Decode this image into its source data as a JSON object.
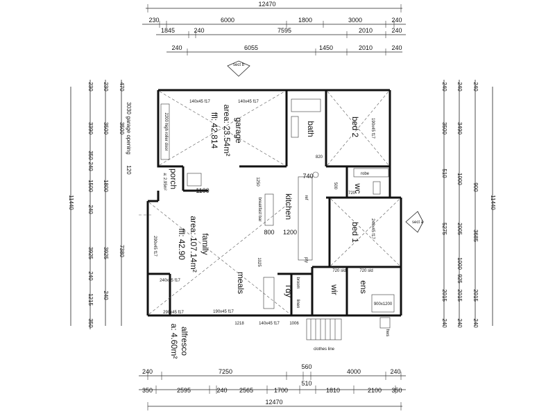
{
  "dimensions": {
    "top_total": "12470",
    "top_row1": [
      "230",
      "6000",
      "1800",
      "3000",
      "240"
    ],
    "top_row2": [
      "1845",
      "240",
      "7595",
      "2010",
      "240"
    ],
    "top_row3": [
      "240",
      "6055",
      "1450",
      "2010",
      "240"
    ],
    "bottom_row1": [
      "240",
      "7250",
      "560",
      "4000",
      "240"
    ],
    "bottom_row1b": "510",
    "bottom_row2": [
      "350",
      "2595",
      "240",
      "2565",
      "1700",
      "1810",
      "2100",
      "350"
    ],
    "bottom_total": "12470",
    "left_total": "11440",
    "left_col1": [
      "230",
      "3390",
      "350",
      "240",
      "3925",
      "240",
      "1215",
      "350"
    ],
    "left_col2": [
      "230",
      "3500",
      "1800",
      "3925",
      "240"
    ],
    "left_col3": [
      "470",
      "3500",
      "7380",
      "120"
    ],
    "left_col3_label": "3030 garage opening",
    "left_extra": [
      "1500",
      "240"
    ],
    "right_total": "11440",
    "right_col1": [
      "240",
      "3500",
      "510",
      "5275",
      "2015",
      "240"
    ],
    "right_col2": [
      "240",
      "3490",
      "1000",
      "2005",
      "1000",
      "925",
      "2015",
      "240"
    ],
    "right_col3": [
      "240",
      "900",
      "3685",
      "2015",
      "240"
    ]
  },
  "rooms": {
    "garage": {
      "name": "garage",
      "area": "area: 23.54m²",
      "ffl": "ffl: 42.814"
    },
    "family": {
      "name": "family",
      "area": "area: 107.14m²",
      "ffl": "ffl: 42.90"
    },
    "alfresco": {
      "name": "alfresco",
      "area": "a: 4.60m²"
    },
    "porch": {
      "name": "porch",
      "area": "a: 2.95m²"
    },
    "bath": "bath",
    "bed2": "bed 2",
    "bed1": "bed 1",
    "wc": "wc",
    "robe": "robe",
    "kitchen": "kitchen",
    "meals": "meals",
    "ldy": "l'dy",
    "wir": "wir",
    "ens": "ens",
    "linen": "linen",
    "broom": "broom",
    "pty": "pty",
    "ref": "ref"
  },
  "labels": {
    "sect_b": "sect b",
    "sect_a": "sect a",
    "clothes_line": "clothes line",
    "roller_door": "2200 high roller door",
    "hws": "hws",
    "breakfast_bar": "breakfast bar",
    "lintel1": "140x45 f17",
    "lintel2": "190x45 f17",
    "lintel3": "240x45 f17",
    "lintel4": "290x45 f17",
    "lintel5": "140x45 f17",
    "d1200": "1200",
    "d800": "800",
    "d1100": "1100",
    "d1025": "1025",
    "d1250": "1250",
    "d740": "740",
    "d500": "500",
    "d720": "720",
    "d820": "820",
    "d720sld": "720 sld",
    "d1218": "1218",
    "d1006": "1006",
    "d900x1200": "900x1200"
  }
}
